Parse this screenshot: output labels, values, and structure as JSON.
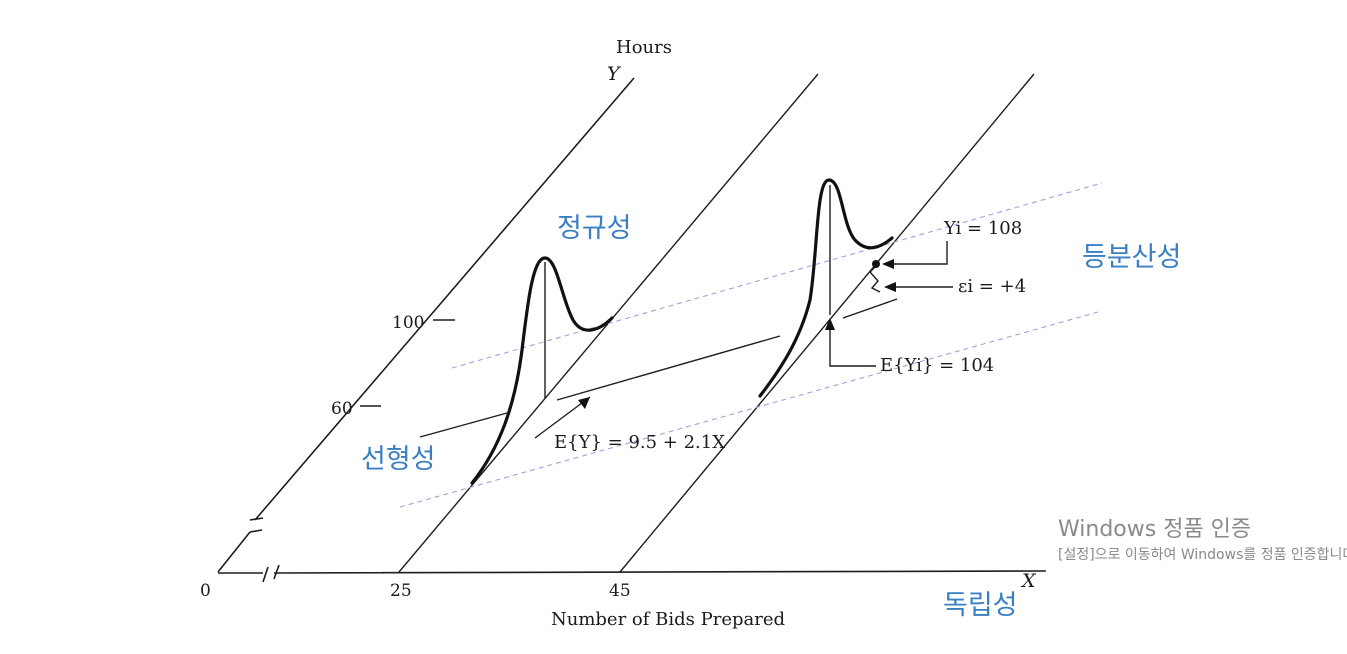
{
  "diagram": {
    "y_axis_title": "Hours",
    "y_axis_symbol": "Y",
    "x_axis_symbol": "X",
    "x_axis_title": "Number of Bids Prepared",
    "y_ticks": [
      "100",
      "60"
    ],
    "x_ticks": [
      "0",
      "25",
      "45"
    ],
    "regression_label": "E{Y} = 9.5 + 2.1X",
    "observed_label": "Yi = 108",
    "error_label": "εi = +4",
    "expected_label": "E{Yi} = 104",
    "annotations": {
      "normality": "정규성",
      "equal_variance": "등분산성",
      "linearity": "선형성",
      "independence": "독립성"
    }
  },
  "watermark": {
    "title": "Windows 정품 인증",
    "subtitle": "[설정]으로 이동하여 Windows를 정품 인증합니다."
  }
}
